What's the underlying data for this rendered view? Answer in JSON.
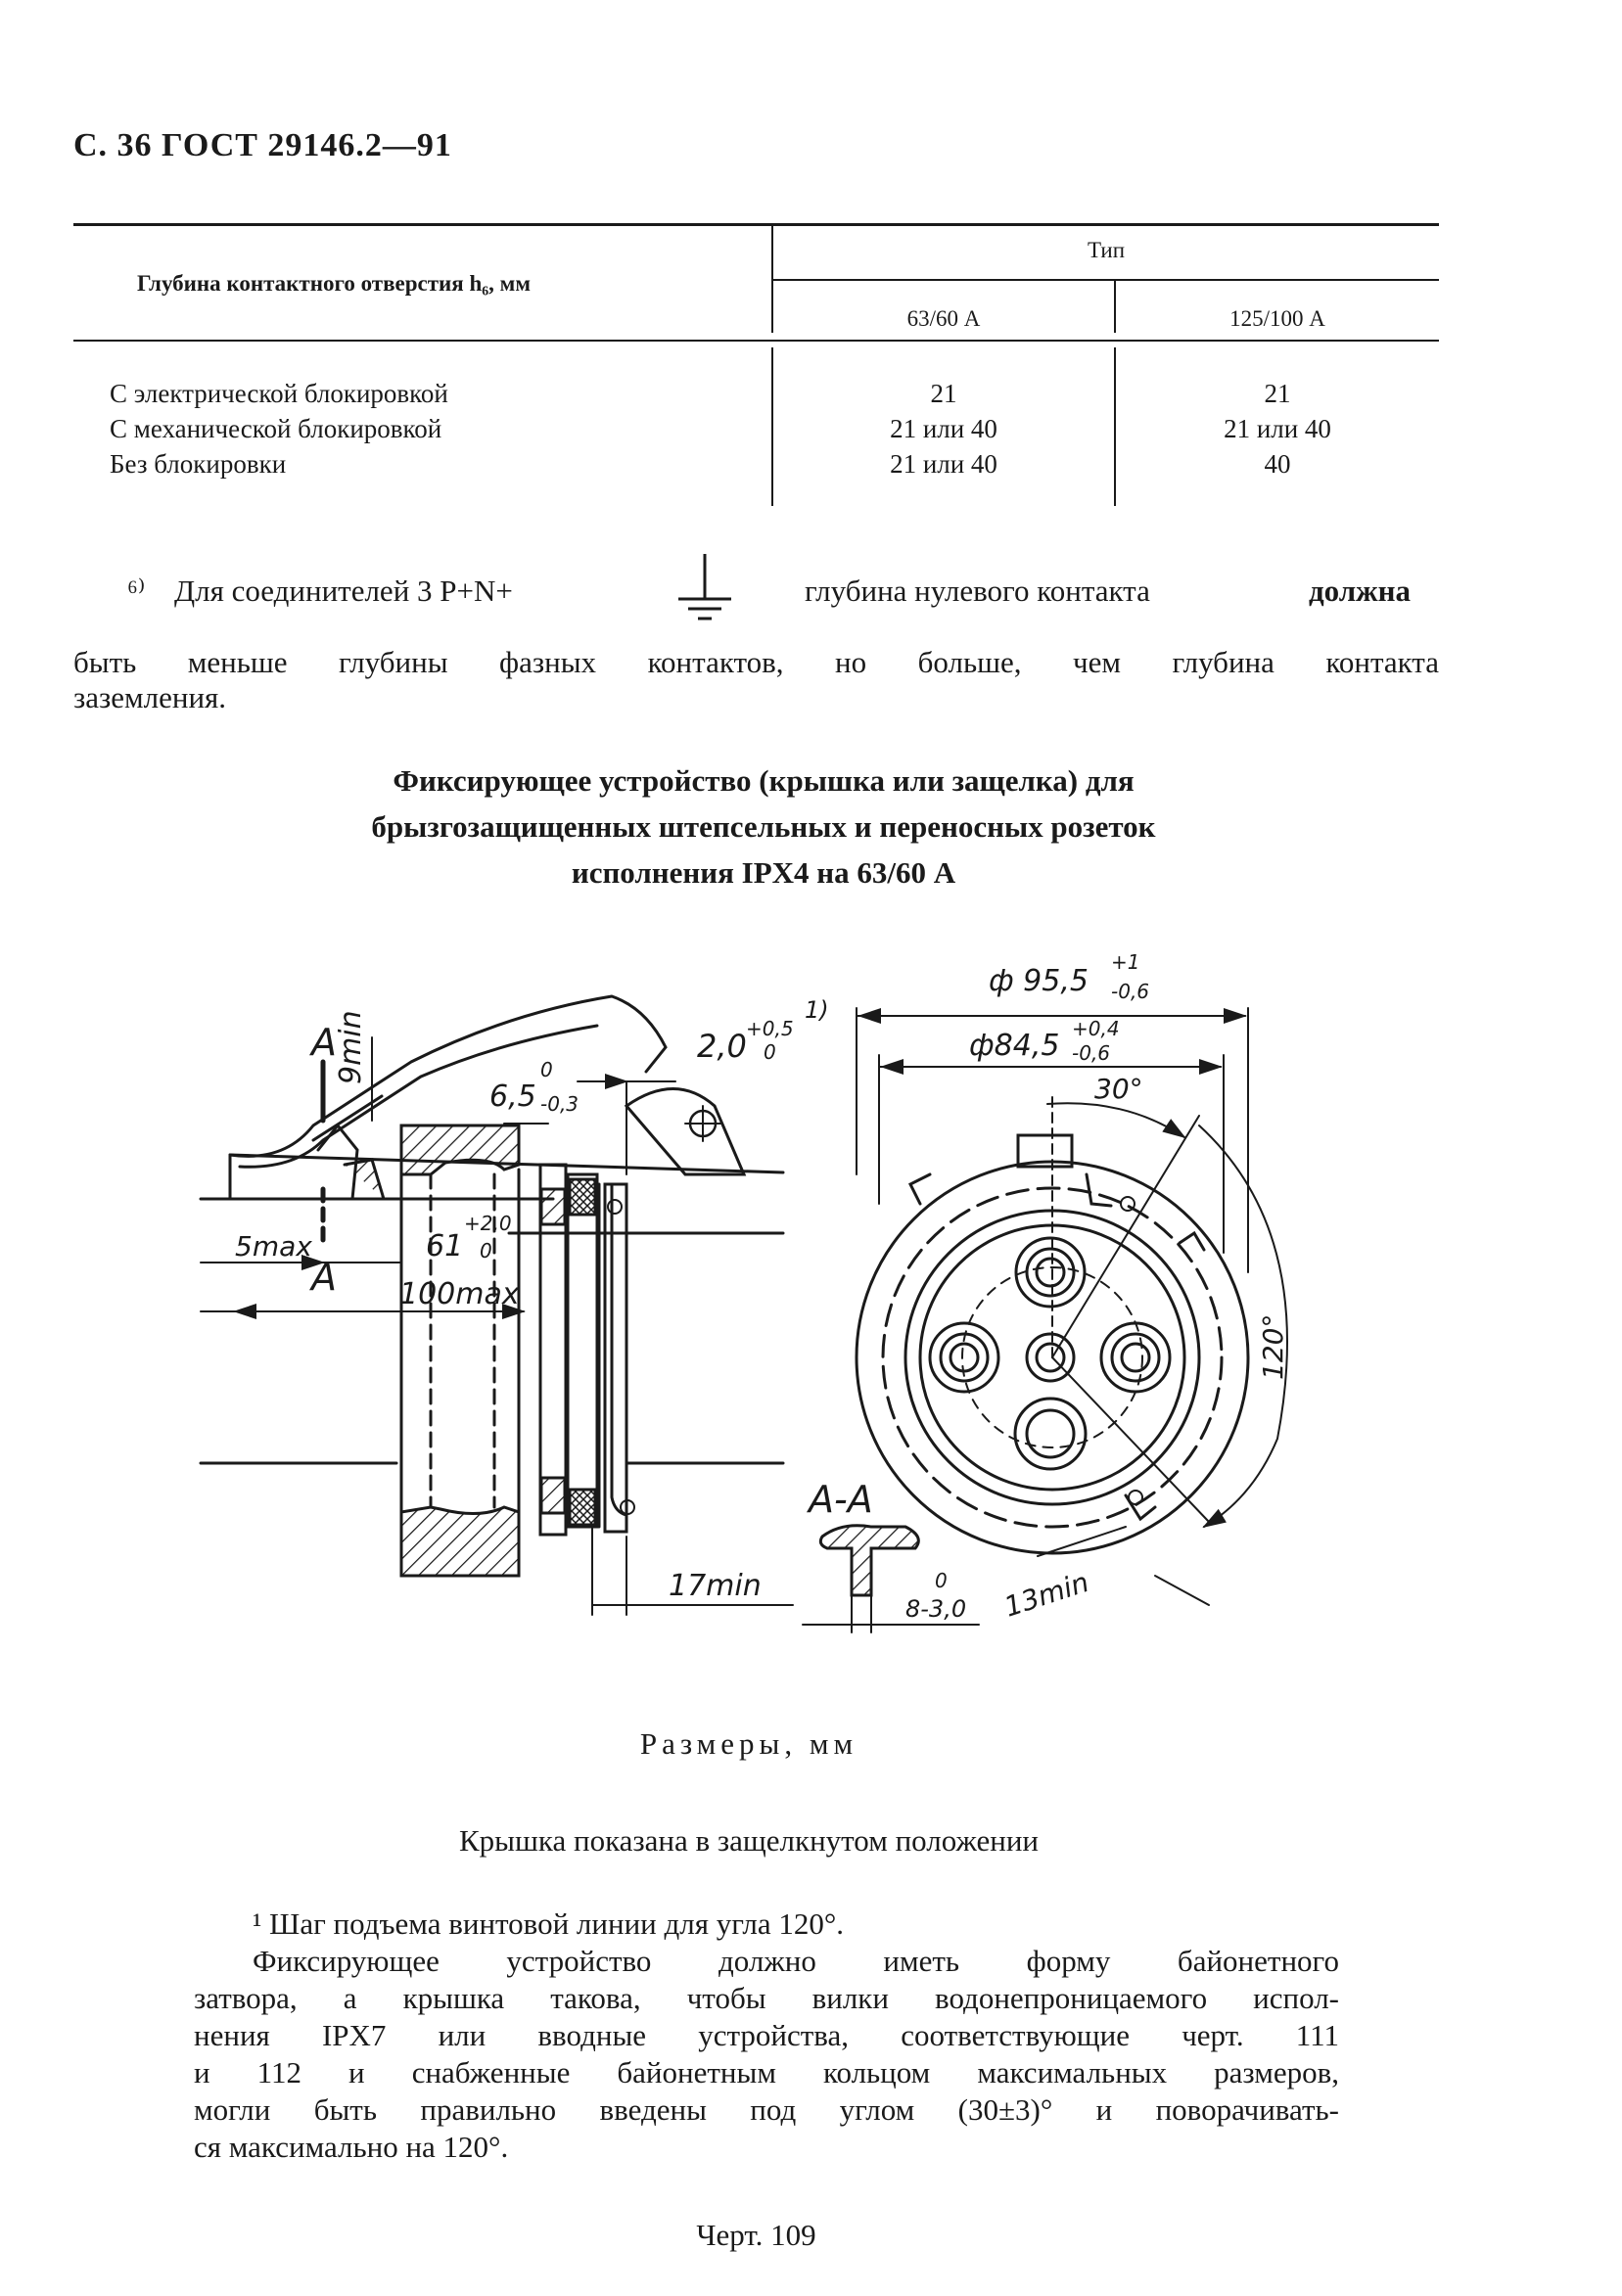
{
  "header": {
    "text": "С. 36 ГОСТ 29146.2—91"
  },
  "table": {
    "row_header": "Глубина контактного отверстия h₆, мм",
    "group_header": "Тип",
    "columns": [
      "63/60 А",
      "125/100 А"
    ],
    "rows": [
      {
        "label": "С электрической блокировкой",
        "values": [
          "21",
          "21"
        ]
      },
      {
        "label": "С механической блокировкой",
        "values": [
          "21 или 40",
          "21 или 40"
        ]
      },
      {
        "label": "Без блокировки",
        "values": [
          "21 или 40",
          "40"
        ]
      }
    ]
  },
  "footnote6": {
    "marker": "⁶⁾",
    "part1": "Для соединителей 3 Р+N+",
    "part2": "глубина нулевого контакта",
    "part3": "должна",
    "line2": "быть меньше глубины фазных контактов, но больше, чем глубина контакта",
    "line3": "заземления."
  },
  "section_title": [
    "Фиксирующее устройство (крышка или защелка) для",
    "брызгозащищенных штепсельных и переносных розеток",
    "исполнения IPX4 на 63/60 А"
  ],
  "drawing": {
    "labels": {
      "section_a": "А",
      "nine_min": "9min",
      "two_dim": "2,0",
      "two_tol_upper": "+0,5",
      "two_tol_lower": "0",
      "footnote_ref": "1)",
      "six_dim": "6,5",
      "six_tol_upper": "0",
      "six_tol_lower": "-0,3",
      "five_max": "5max",
      "sixty_one": "61",
      "sixty_one_upper": "+2,0",
      "sixty_one_lower": "0",
      "hundred_max": "100max",
      "seventeen_min": "17min",
      "d95": "ф 95,5",
      "d95_upper": "+1",
      "d95_lower": "-0,6",
      "d84": "ф84,5",
      "d84_upper": "+0,4",
      "d84_lower": "-0,6",
      "angle30": "30°",
      "angle120": "120°",
      "section_aa": "А-А",
      "eight_dim": "8-3,0",
      "eight_upper": "0",
      "thirteen_min": "13min"
    }
  },
  "sizes_caption": "Размеры, мм",
  "cover_caption": "Крышка показана в защелкнутом положении",
  "note_lines": [
    "¹ Шаг подъема винтовой линии для угла 120°.",
    "Фиксирующее устройство должно иметь форму байонетного",
    "затвора, а крышка такова, чтобы вилки водонепроницаемого испол-",
    "нения IPX7 или вводные устройства, соответствующие черт. 111",
    "и 112 и снабженные байонетным кольцом максимальных размеров,",
    "могли быть правильно введены под углом (30±3)° и поворачивать-",
    "ся максимально на 120°."
  ],
  "figure_caption": "Черт. 109"
}
